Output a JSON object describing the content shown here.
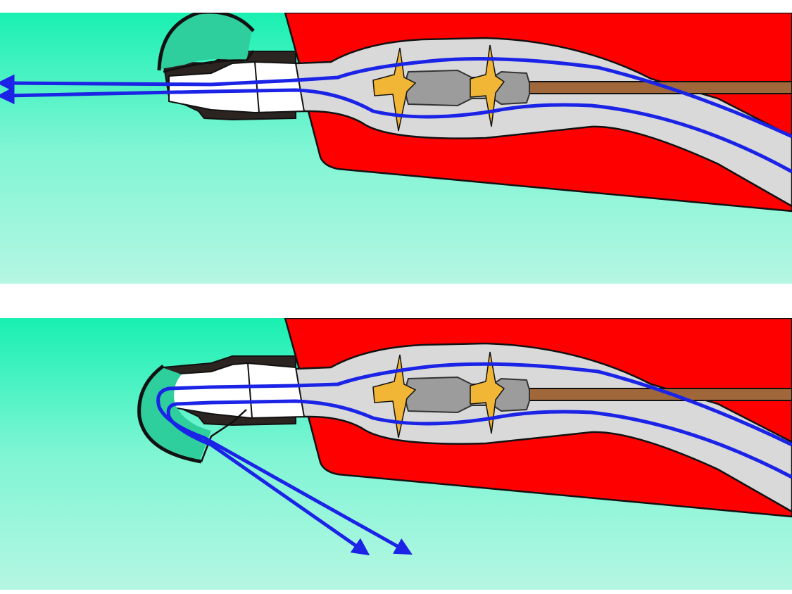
{
  "diagram": {
    "panels": [
      {
        "name": "bucket-raised",
        "flow_direction": "forward-jet"
      },
      {
        "name": "bucket-lowered",
        "flow_direction": "reversed-downward"
      }
    ],
    "colors": {
      "water_top": "#1ef0b5",
      "water_bottom": "#b2f5e0",
      "hull": "#ff0000",
      "duct": "#d9d9d9",
      "flow_arrows": "#1a23e6",
      "impeller": "#f2b636",
      "shaft": "#a0683a",
      "hub": "#9c9c9c",
      "bucket": "#2ecf9c",
      "nozzle_collar": "#2b2420"
    },
    "icons": [
      "impeller-icon",
      "stator-icon",
      "flow-arrow-icon",
      "reversing-bucket-icon"
    ]
  }
}
